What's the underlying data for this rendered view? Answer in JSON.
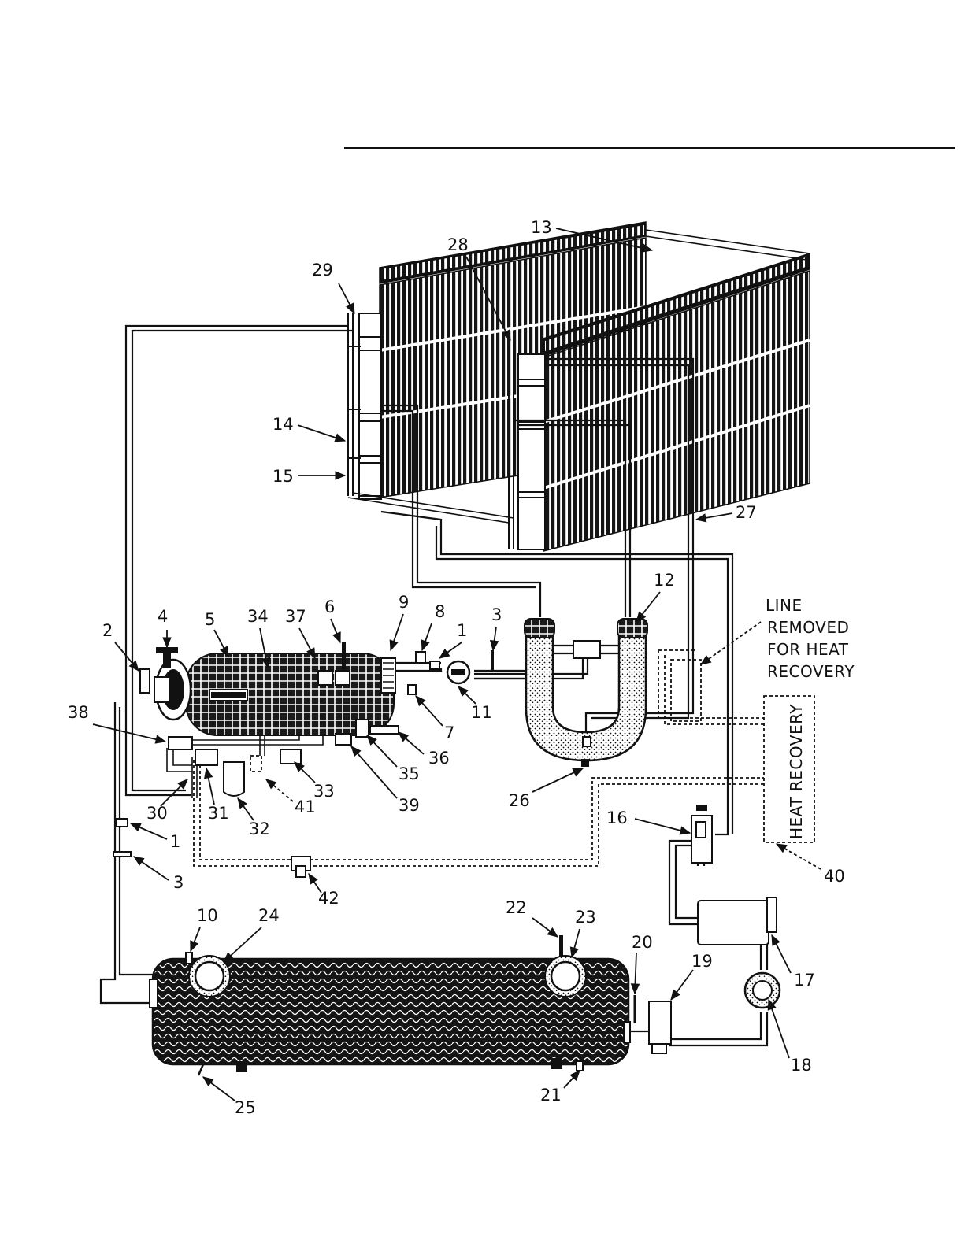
{
  "figure": {
    "callouts": [
      "1",
      "2",
      "3",
      "4",
      "5",
      "6",
      "7",
      "8",
      "9",
      "10",
      "11",
      "12",
      "13",
      "14",
      "15",
      "16",
      "17",
      "18",
      "19",
      "20",
      "21",
      "22",
      "23",
      "24",
      "25",
      "26",
      "27",
      "28",
      "29",
      "30",
      "31",
      "32",
      "33",
      "34",
      "35",
      "36",
      "37",
      "38",
      "39",
      "40",
      "41",
      "42",
      "1",
      "3",
      "3"
    ],
    "annotations": {
      "line_removed": [
        "LINE",
        "REMOVED",
        "FOR HEAT",
        "RECOVERY"
      ],
      "heat_recovery_box": "HEAT RECOVERY"
    }
  },
  "colors": {
    "ink": "#111111",
    "paper": "#ffffff"
  }
}
